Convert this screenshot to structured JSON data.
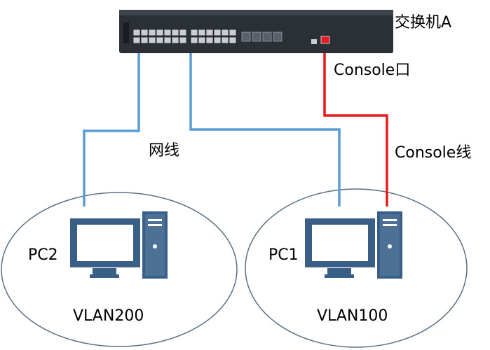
{
  "switch": {
    "label": "交换机A"
  },
  "console_port": {
    "label": "Console口"
  },
  "network_cable": {
    "label": "网线"
  },
  "console_cable": {
    "label": "Console线"
  },
  "pc2": {
    "label": "PC2",
    "vlan": "VLAN200"
  },
  "pc1": {
    "label": "PC1",
    "vlan": "VLAN100"
  },
  "colors": {
    "network_cable": "#5b9bd5",
    "console_cable": "#e8191c",
    "pc_body": "#3a5f86",
    "pc_screen": "#ffffff",
    "vlan_outline": "#5b6f86",
    "switch_body": "#2b2f36"
  }
}
